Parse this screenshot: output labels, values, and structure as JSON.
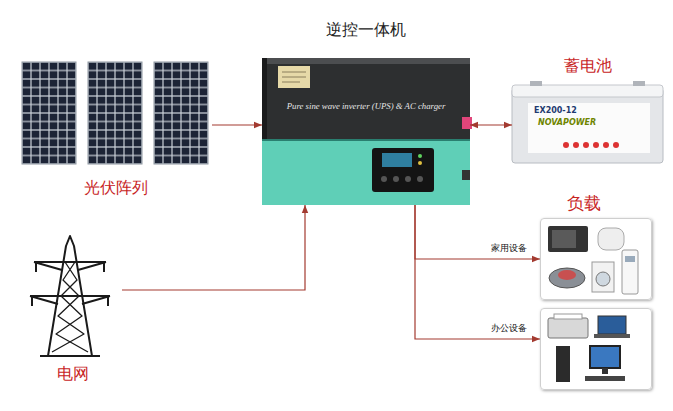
{
  "diagram": {
    "nodes": [
      {
        "text": [
          "光伏阵列"
        ]
      },
      {
        "text": [
          "逆控一体机",
          "Pure sine wave inverter (UPS) & AC charger"
        ]
      },
      {
        "text": [
          "蓄电池",
          "EX200-12",
          "NOVAPOWER"
        ]
      },
      {
        "text": [
          "电网"
        ]
      },
      {
        "text": [
          "家用设备"
        ]
      },
      {
        "text": [
          "办公设备"
        ]
      }
    ],
    "edges": [
      {
        "from": 0,
        "to": 1,
        "arrow": "to"
      },
      {
        "from": 3,
        "to": 1,
        "arrow": "to"
      },
      {
        "from": 1,
        "to": 2,
        "arrow": "both"
      },
      {
        "from": 1,
        "to": 4,
        "arrow": "to"
      },
      {
        "from": 1,
        "to": 5,
        "arrow": "to"
      }
    ],
    "labels": [
      "负载"
    ]
  }
}
